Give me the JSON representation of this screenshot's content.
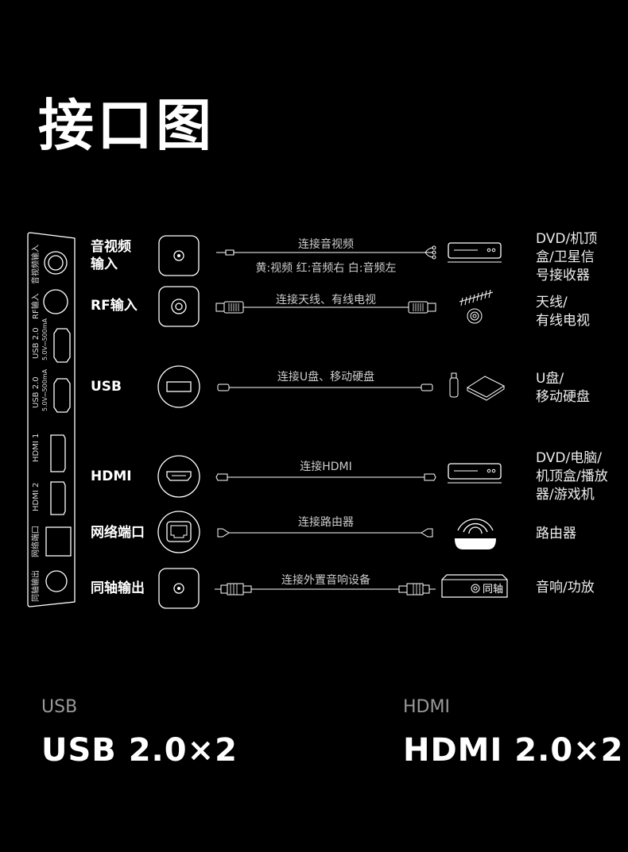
{
  "title": "接口图",
  "panel": {
    "labels": [
      "音视频输入",
      "RF输入",
      "USB 2.0",
      "5.0V⎓500mA",
      "USB 2.0",
      "5.0V⎓500mA",
      "HDMI 1",
      "HDMI 2",
      "网络端口",
      "同轴输出"
    ]
  },
  "rows": [
    {
      "label_line1": "音视频",
      "label_line2": "输入",
      "cable": "连接音视频",
      "note": "黄:视频  红:音频右  白:音频左",
      "device_line1": "DVD/机顶",
      "device_line2": "盒/卫星信",
      "device_line3": "号接收器"
    },
    {
      "label": "RF输入",
      "cable": "连接天线、有线电视",
      "device_line1": "天线/",
      "device_line2": "有线电视"
    },
    {
      "label": "USB",
      "cable": "连接U盘、移动硬盘",
      "device_line1": "U盘/",
      "device_line2": "移动硬盘"
    },
    {
      "label": "HDMI",
      "cable": "连接HDMI",
      "device_line1": "DVD/电脑/",
      "device_line2": "机顶盒/播放",
      "device_line3": "器/游戏机"
    },
    {
      "label": "网络端口",
      "cable": "连接路由器",
      "device_line1": "路由器"
    },
    {
      "label": "同轴输出",
      "cable": "连接外置音响设备",
      "device_tag": "同轴",
      "device_line1": "音响/功放"
    }
  ],
  "specs": [
    {
      "name": "USB",
      "value": "USB 2.0×2"
    },
    {
      "name": "HDMI",
      "value": "HDMI 2.0×2"
    }
  ]
}
